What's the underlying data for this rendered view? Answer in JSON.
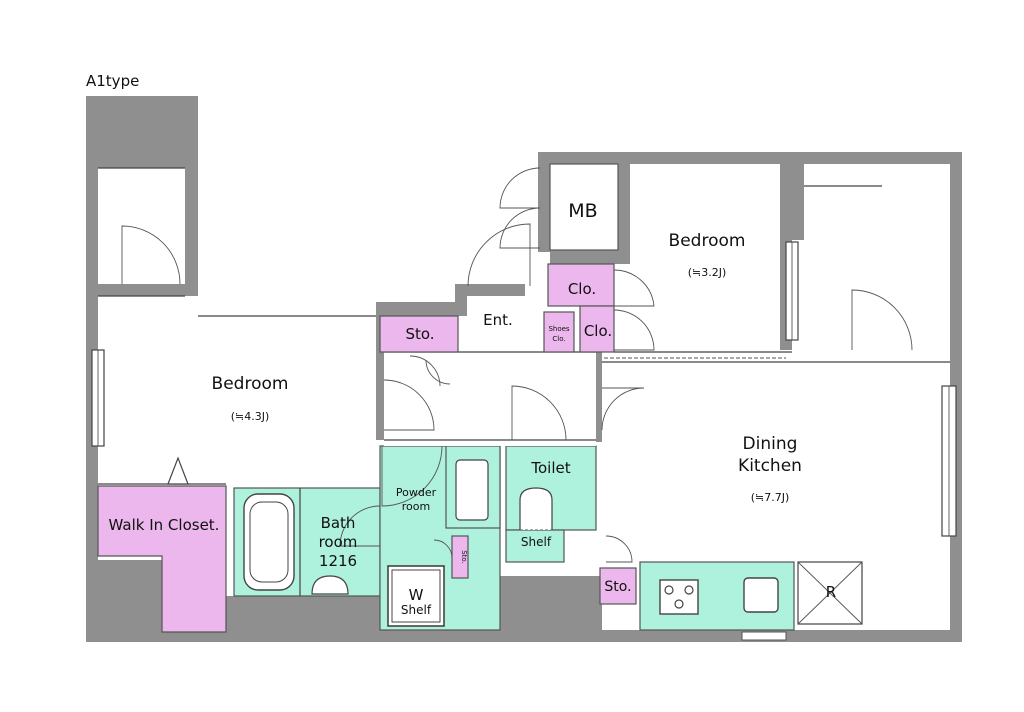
{
  "plan": {
    "type_label": "A1type",
    "rooms": {
      "bedroom_left": {
        "name": "Bedroom",
        "size": "(≒4.3J)"
      },
      "bedroom_right": {
        "name": "Bedroom",
        "size": "(≒3.2J)"
      },
      "dining_kitchen": {
        "name_line1": "Dining",
        "name_line2": "Kitchen",
        "size": "(≒7.7J)"
      },
      "walk_in_closet": {
        "name": "Walk In Closet."
      },
      "bathroom": {
        "line1": "Bath",
        "line2": "room",
        "line3": "1216"
      },
      "powder_room": {
        "line1": "Powder",
        "line2": "room"
      },
      "toilet": {
        "name": "Toilet"
      },
      "entrance": {
        "name": "Ent."
      },
      "mb": {
        "name": "MB"
      }
    },
    "storage": {
      "sto_upper": "Sto.",
      "sto_lower": "Sto.",
      "sto_small": "Sto.",
      "clo_upper": "Clo.",
      "clo_lower": "Clo.",
      "shoes_line1": "Shoes",
      "shoes_line2": "Clo.",
      "washer": "W",
      "washer_shelf": "Shelf",
      "toilet_shelf": "Shelf",
      "fridge": "R"
    },
    "colors": {
      "wall": "#8f8f8f",
      "storage_pink": "#ebb7ec",
      "wet_area_aqua": "#aef1dc"
    }
  }
}
